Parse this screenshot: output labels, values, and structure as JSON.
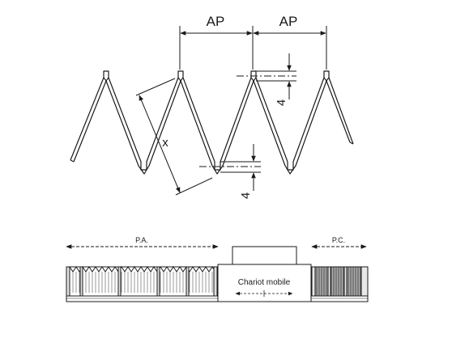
{
  "diagram": {
    "top": {
      "pitch_label_left": "AP",
      "pitch_label_right": "AP",
      "depth_label": "x",
      "tolerance_upper": "4",
      "tolerance_lower": "4"
    },
    "bottom": {
      "pa_label": "P.A.",
      "pc_label": "P.C.",
      "carriage_label": "Chariot mobile"
    }
  }
}
